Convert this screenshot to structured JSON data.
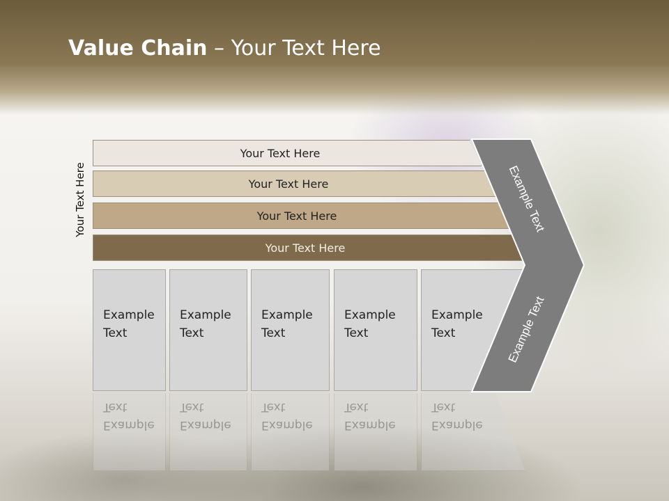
{
  "slide": {
    "title_bold": "Value Chain",
    "title_rest": " – Your Text Here",
    "side_label": "Your Text Here"
  },
  "bars": [
    {
      "label": "Your Text Here"
    },
    {
      "label": "Your Text Here"
    },
    {
      "label": "Your Text Here"
    },
    {
      "label": "Your Text Here"
    }
  ],
  "columns": [
    {
      "line1": "Example",
      "line2": "Text"
    },
    {
      "line1": "Example",
      "line2": "Text"
    },
    {
      "line1": "Example",
      "line2": "Text"
    },
    {
      "line1": "Example",
      "line2": "Text"
    },
    {
      "line1": "Example",
      "line2": "Text"
    }
  ],
  "chevron": {
    "upper_label": "Example Text",
    "lower_label": "Example Text",
    "color": "#7d7d7d"
  },
  "colors": {
    "header": "#7f6d4a",
    "bar1": "#ebe7e0",
    "bar2": "#d9ccb4",
    "bar3": "#bfa888",
    "bar4": "#7f6b4b",
    "column": "#d6d6d6"
  }
}
